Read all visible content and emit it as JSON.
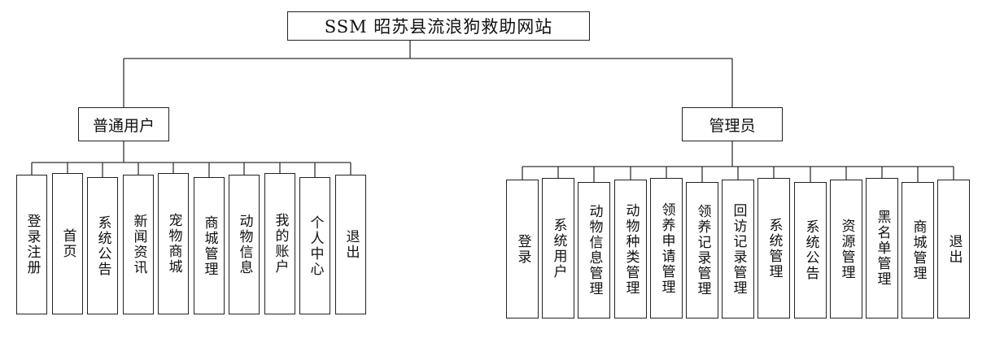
{
  "title": "SSM 昭苏县流浪狗救助网站",
  "roles": [
    {
      "name": "普通用户",
      "modules": [
        "登录注册",
        "首页",
        "系统公告",
        "新闻资讯",
        "宠物商城",
        "商城管理",
        "动物信息",
        "我的账户",
        "个人中心",
        "退出"
      ]
    },
    {
      "name": "管理员",
      "modules": [
        "登录",
        "系统用户",
        "动物信息管理",
        "动物种类管理",
        "领养申请管理",
        "领养记录管理",
        "回访记录管理",
        "系统管理",
        "系统公告",
        "资源管理",
        "黑名单管理",
        "商城管理",
        "退出"
      ]
    }
  ]
}
